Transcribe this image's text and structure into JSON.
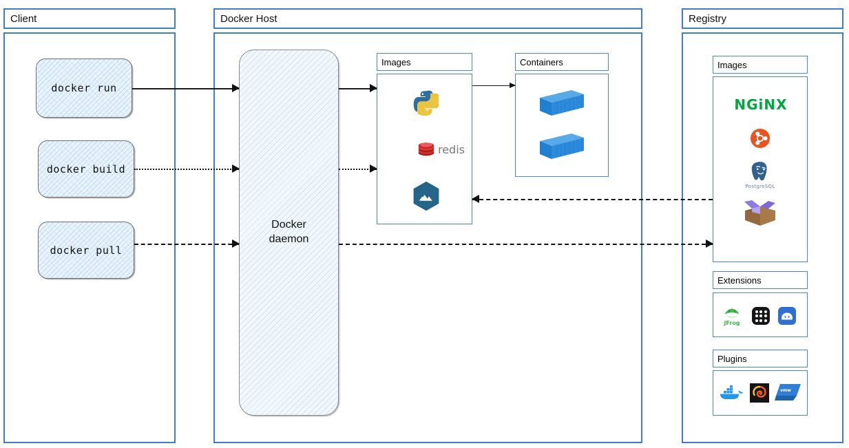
{
  "panels": {
    "client": {
      "title": "Client"
    },
    "host": {
      "title": "Docker Host"
    },
    "registry": {
      "title": "Registry"
    }
  },
  "client_commands": [
    {
      "label": "docker run",
      "edge": "solid"
    },
    {
      "label": "docker build",
      "edge": "dotted"
    },
    {
      "label": "docker pull",
      "edge": "dashed"
    }
  ],
  "daemon": {
    "line1": "Docker",
    "line2": "daemon"
  },
  "host_sections": {
    "images": {
      "title": "Images",
      "icons": [
        "python-icon",
        "redis-icon",
        "alpine-icon"
      ]
    },
    "containers": {
      "title": "Containers",
      "icons": [
        "container-icon",
        "container-icon"
      ]
    }
  },
  "registry_sections": [
    {
      "title": "Images",
      "icons": [
        "nginx-icon",
        "ubuntu-icon",
        "postgresql-icon",
        "package-box-icon"
      ]
    },
    {
      "title": "Extensions",
      "icons": [
        "jfrog-icon",
        "grid-dots-icon",
        "blue-app-icon"
      ]
    },
    {
      "title": "Plugins",
      "icons": [
        "docker-whale-icon",
        "grafana-icon",
        "vmware-icon"
      ]
    }
  ],
  "logo_text": {
    "nginx": "NGiNX",
    "redis": "redis",
    "postgresql": "PostgreSQL",
    "jfrog": "JFrog",
    "vmware": "vmw"
  },
  "colors": {
    "panel_border": "#3d7ec4",
    "sub_border": "#4a86c8",
    "sketch_fill": "#e8f3fb",
    "nginx_green": "#00a63f",
    "redis_red": "#d32f2f",
    "ubuntu_orange": "#e8551f",
    "alpine_blue": "#2a6b92",
    "container_blue": "#2e8bdc",
    "docker_blue": "#2496ed"
  },
  "edges": [
    {
      "name": "run-to-daemon",
      "style": "solid",
      "direction": "right"
    },
    {
      "name": "build-to-daemon",
      "style": "dotted",
      "direction": "right"
    },
    {
      "name": "pull-to-daemon",
      "style": "dashed",
      "direction": "right"
    },
    {
      "name": "daemon-to-images",
      "style": "solid",
      "direction": "right"
    },
    {
      "name": "daemon-to-images-alt",
      "style": "dotted",
      "direction": "right"
    },
    {
      "name": "images-to-containers",
      "style": "thin",
      "direction": "right"
    },
    {
      "name": "registry-to-images",
      "style": "dashed",
      "direction": "left"
    },
    {
      "name": "daemon-to-registry",
      "style": "dashed",
      "direction": "right"
    }
  ]
}
